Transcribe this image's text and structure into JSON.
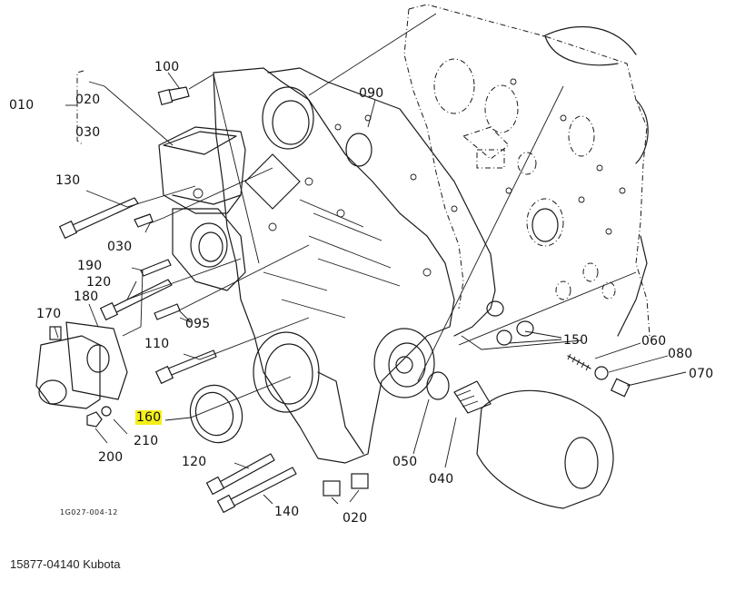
{
  "diagram": {
    "title": "Gear case / oil filter exploded parts diagram",
    "figure_code": "1G027-004-12",
    "highlight_color": "#f5ef1b",
    "callouts": [
      {
        "id": "010",
        "label": "010",
        "highlighted": false
      },
      {
        "id": "020a",
        "label": "020",
        "highlighted": false
      },
      {
        "id": "030a",
        "label": "030",
        "highlighted": false
      },
      {
        "id": "100",
        "label": "100",
        "highlighted": false
      },
      {
        "id": "090",
        "label": "090",
        "highlighted": false
      },
      {
        "id": "130",
        "label": "130",
        "highlighted": false
      },
      {
        "id": "030b",
        "label": "030",
        "highlighted": false
      },
      {
        "id": "190",
        "label": "190",
        "highlighted": false
      },
      {
        "id": "120a",
        "label": "120",
        "highlighted": false
      },
      {
        "id": "180",
        "label": "180",
        "highlighted": false
      },
      {
        "id": "170",
        "label": "170",
        "highlighted": false
      },
      {
        "id": "095",
        "label": "095",
        "highlighted": false
      },
      {
        "id": "110",
        "label": "110",
        "highlighted": false
      },
      {
        "id": "160",
        "label": "160",
        "highlighted": true
      },
      {
        "id": "210",
        "label": "210",
        "highlighted": false
      },
      {
        "id": "200",
        "label": "200",
        "highlighted": false
      },
      {
        "id": "120b",
        "label": "120",
        "highlighted": false
      },
      {
        "id": "140",
        "label": "140",
        "highlighted": false
      },
      {
        "id": "020b",
        "label": "020",
        "highlighted": false
      },
      {
        "id": "050",
        "label": "050",
        "highlighted": false
      },
      {
        "id": "040",
        "label": "040",
        "highlighted": false
      },
      {
        "id": "150",
        "label": "150",
        "highlighted": false
      },
      {
        "id": "060",
        "label": "060",
        "highlighted": false
      },
      {
        "id": "080",
        "label": "080",
        "highlighted": false
      },
      {
        "id": "070",
        "label": "070",
        "highlighted": false
      }
    ]
  },
  "caption": "15877-04140 Kubota"
}
